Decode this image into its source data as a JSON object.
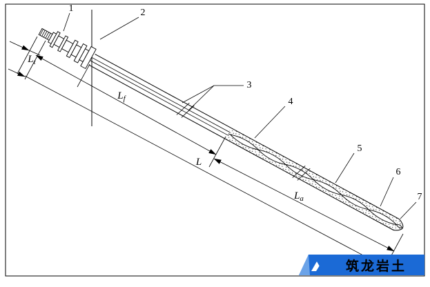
{
  "figure": {
    "kind": "ground-anchor construction diagram",
    "background": "#ffffff",
    "line_color": "#000000"
  },
  "callouts": [
    {
      "num": "1"
    },
    {
      "num": "2"
    },
    {
      "num": "3"
    },
    {
      "num": "4"
    },
    {
      "num": "5"
    },
    {
      "num": "6"
    },
    {
      "num": "7"
    }
  ],
  "dims": {
    "lt": {
      "main": "L",
      "sub": "t"
    },
    "lf": {
      "main": "L",
      "sub": "f"
    },
    "l": {
      "main": "L",
      "sub": ""
    },
    "la": {
      "main": "L",
      "sub": "a"
    }
  },
  "watermark": {
    "text": "筑龙岩土",
    "bg": "#1b6ad6",
    "accent": "#6ba3e8",
    "fg": "#ffffff"
  }
}
